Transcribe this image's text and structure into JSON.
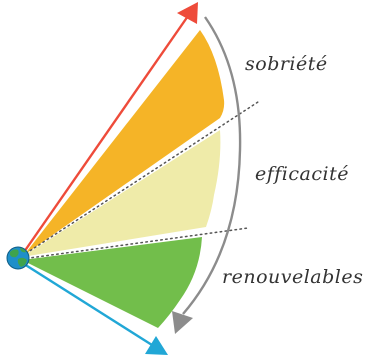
{
  "labels": {
    "sobriete": "sobriété",
    "efficacite": "efficacité",
    "renouvelables": "renouvelables"
  },
  "colors": {
    "sobriete": "#F5B427",
    "efficacite": "#EFEBA9",
    "renouvelables": "#72BE4B",
    "arrow_top": "#EE4B3A",
    "arrow_bottom": "#21A7D6",
    "arrow_curve": "#8C8C8C",
    "dotted": "#555555"
  },
  "icons": {
    "origin": "globe-icon"
  }
}
